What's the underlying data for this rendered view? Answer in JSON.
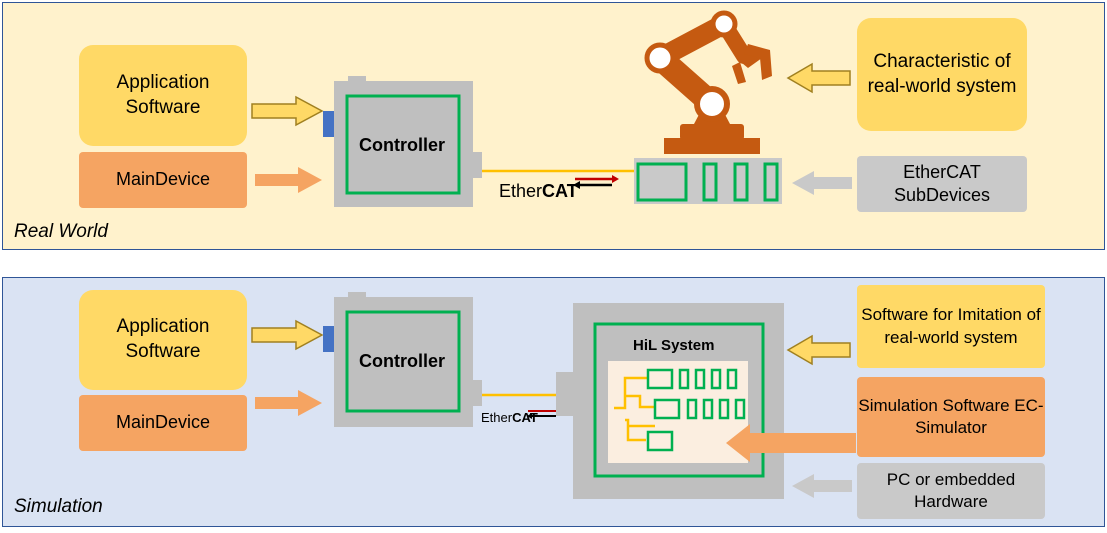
{
  "real_world": {
    "label": "Real World",
    "app_software": "Application Software",
    "main_device": "MainDevice",
    "controller": "Controller",
    "ethercat_prefix": "Ether",
    "ethercat_suffix": "CAT",
    "characteristic": "Characteristic of real-world system",
    "subdevices": "EtherCAT SubDevices"
  },
  "simulation": {
    "label": "Simulation",
    "app_software": "Application Software",
    "main_device": "MainDevice",
    "controller": "Controller",
    "ethercat_prefix": "Ether",
    "ethercat_suffix": "CAT",
    "hil_system": "HiL System",
    "imitation_software": "Software for Imitation of real-world system",
    "simulation_software": "Simulation Software EC-Simulator",
    "hardware": "PC or embedded Hardware"
  },
  "colors": {
    "panel_border": "#2f5597",
    "real_bg": "#fff2cc",
    "sim_bg": "#dae3f3",
    "yellow_box": "#ffd966",
    "orange_box": "#f5a462",
    "grey_box": "#c9c9c9",
    "controller_green": "#00b050",
    "robot": "#c55a11",
    "port_blue": "#4472c4",
    "cable": "#ffc000"
  }
}
